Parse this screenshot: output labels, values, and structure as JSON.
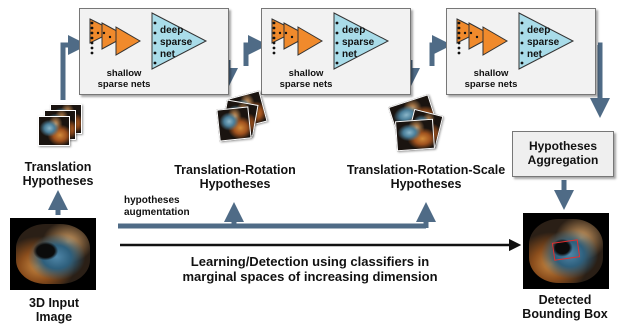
{
  "colors": {
    "arrow": "#4f6b86",
    "shallow": "#f08a2c",
    "deep": "#a9dce9"
  },
  "stages": [
    {
      "deep_line1": "deep",
      "deep_line2": "sparse",
      "deep_line3": "net",
      "shallow_line1": "shallow",
      "shallow_line2": "sparse nets"
    },
    {
      "deep_line1": "deep",
      "deep_line2": "sparse",
      "deep_line3": "net",
      "shallow_line1": "shallow",
      "shallow_line2": "sparse nets"
    },
    {
      "deep_line1": "deep",
      "deep_line2": "sparse",
      "deep_line3": "net",
      "shallow_line1": "shallow",
      "shallow_line2": "sparse nets"
    }
  ],
  "labels": {
    "translation_line1": "Translation",
    "translation_line2": "Hypotheses",
    "tr_line1": "Translation-Rotation",
    "tr_line2": "Hypotheses",
    "trs_line1": "Translation-Rotation-Scale",
    "trs_line2": "Hypotheses",
    "aggregation_line1": "Hypotheses",
    "aggregation_line2": "Aggregation",
    "augmentation_line1": "hypotheses",
    "augmentation_line2": "augmentation",
    "learning_line1": "Learning/Detection using classifiers in",
    "learning_line2": "marginal spaces of increasing dimension",
    "input_line1": "3D Input",
    "input_line2": "Image",
    "output_line1": "Detected",
    "output_line2": "Bounding Box"
  }
}
